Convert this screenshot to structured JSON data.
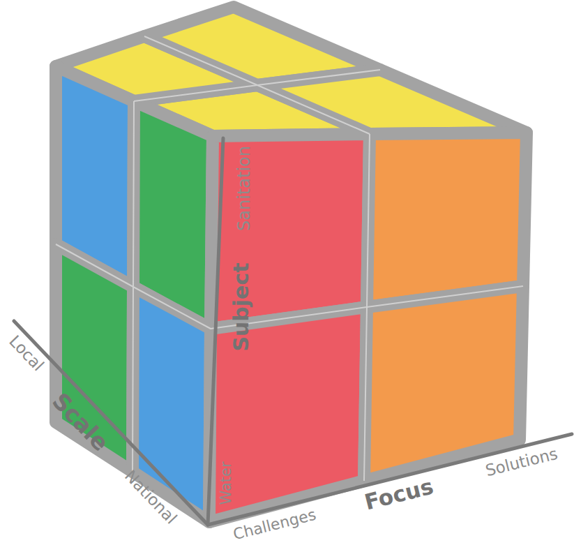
{
  "diagram": {
    "labels": [
      "Sanitation",
      "Subject",
      "Water",
      "Local",
      "Scale",
      "National",
      "Challenges",
      "Focus",
      "Solutions"
    ]
  }
}
